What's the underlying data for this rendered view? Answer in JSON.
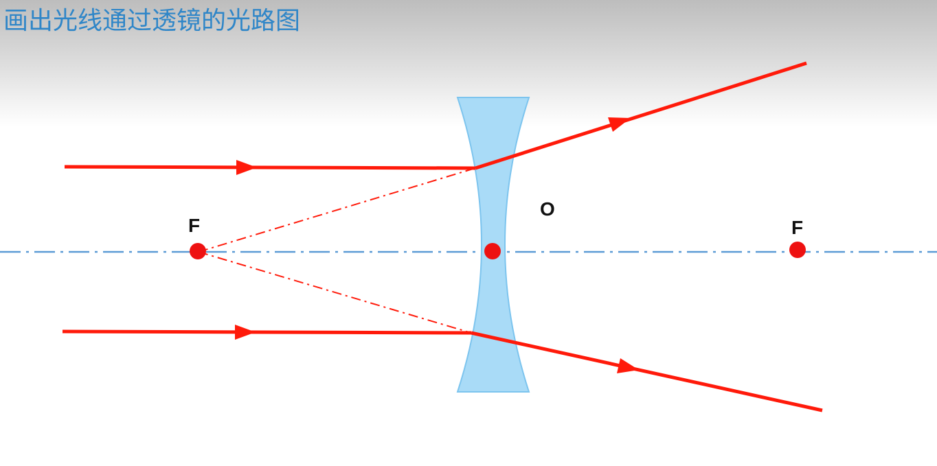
{
  "title": "画出光线通过透镜的光路图",
  "labels": {
    "left_focus": "F",
    "optical_center": "O",
    "right_focus": "F"
  },
  "lens_type": "concave",
  "colors": {
    "title": "#2f86c8",
    "ray": "#ff1a0a",
    "axis": "#5b9bd5",
    "lens_fill": "#a9dbf7",
    "lens_stroke": "#7cc4ee",
    "focus_point": "#ee1111",
    "label": "#111111"
  }
}
